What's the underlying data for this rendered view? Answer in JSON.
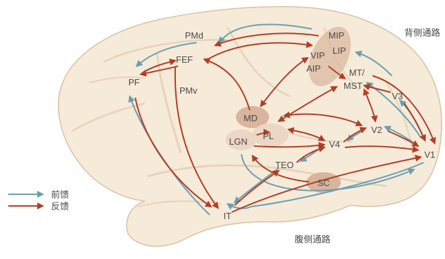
{
  "colors": {
    "background": "#ffffff",
    "brain_fill": "#f6ead9",
    "brain_outline": "#d8c2a2",
    "sulcus": "#e7d3b8",
    "feedforward": "#6b9fb0",
    "feedback": "#b13f25",
    "region_dark": "#d9b59d",
    "region_light": "#ecd6c5",
    "text": "#4a4a4a"
  },
  "pathways": {
    "dorsal": "背侧通路",
    "ventral": "腹侧通路"
  },
  "areas": {
    "MIP": "MIP",
    "LIP": "LIP",
    "VIP": "VIP",
    "AIP": "AIP",
    "PMd": "PMd",
    "FEF": "FEF",
    "PF": "PF",
    "PMv": "PMv",
    "MT": "MT/",
    "MST": "MST",
    "V3": "V3",
    "MD": "MD",
    "PL": "PL",
    "LGN": "LGN",
    "V2": "V2",
    "V4": "V4",
    "V1": "V1",
    "TEO": "TEO",
    "SC": "SC",
    "IT": "IT"
  },
  "legend": {
    "feedforward": "前馈",
    "feedback": "反馈"
  }
}
